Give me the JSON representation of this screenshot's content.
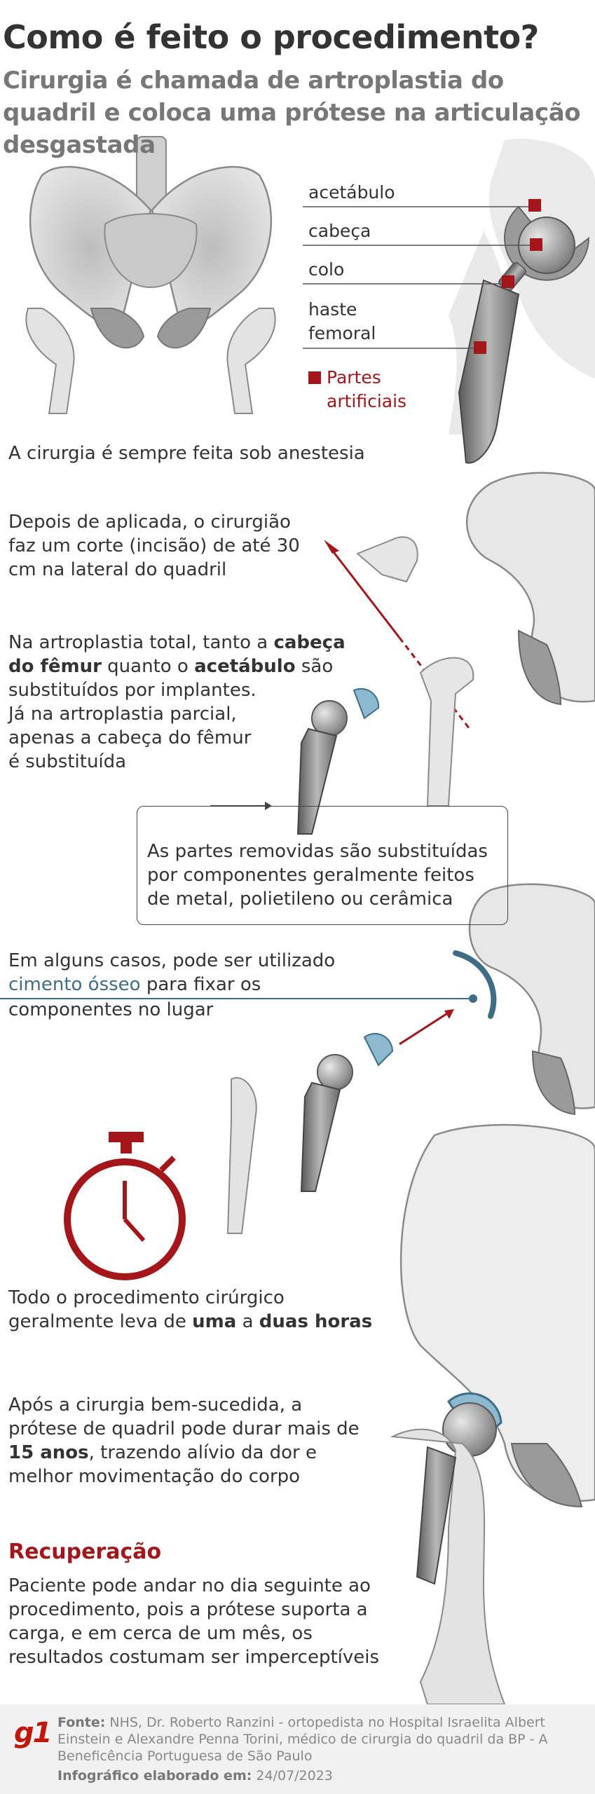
{
  "header": {
    "title": "Como é feito o procedimento?",
    "subtitle": "Cirurgia é chamada de artroplastia do quadril e coloca uma prótese na articulação desgastada"
  },
  "anatomy_labels": {
    "acetabulo": "acetábulo",
    "cabeca": "cabeça",
    "colo": "colo",
    "haste_1": "haste",
    "haste_2": "femoral",
    "legend_1": "Partes",
    "legend_2": "artificiais"
  },
  "steps": {
    "anestesia": "A cirurgia é sempre feita sob anestesia",
    "corte": "Depois de aplicada, o cirurgião faz um corte (incisão) de até 30 cm na lateral do quadril",
    "total_a": "Na artroplastia total, tanto a ",
    "total_b": "cabeça do fêmur",
    "total_c": " quanto o ",
    "total_d": "acetábulo",
    "total_e": " são substituídos por implantes.",
    "parcial": "Já na artroplastia parcial, apenas a cabeça do fêmur é substituída",
    "removidas": "As partes removidas são substituídas por componentes geralmente feitos de metal, polietileno ou cerâmica",
    "cimento_a": "Em alguns casos, pode ser utilizado",
    "cimento_b": "cimento ósseo",
    "cimento_c": " para fixar os",
    "cimento_d": "componentes no lugar",
    "duracao_a": "Todo o procedimento cirúrgico",
    "duracao_b": "geralmente leva de ",
    "duracao_c": "uma",
    "duracao_d": " a ",
    "duracao_e": "duas horas",
    "apos_a": "Após a cirurgia bem-sucedida, a prótese de quadril pode durar mais de ",
    "apos_b": "15 anos",
    "apos_c": ", trazendo alívio da dor e melhor movimentação do corpo"
  },
  "recuperacao": {
    "title": "Recuperação",
    "text": "Paciente pode andar no dia seguinte ao procedimento, pois a prótese suporta a carga, e em cerca de um mês, os resultados costumam ser imperceptíveis"
  },
  "footer": {
    "logo": "g1",
    "fonte_label": "Fonte:",
    "fonte_text": "NHS, Dr. Roberto Ranzini - ortopedista no Hospital Israelita Albert Einstein e Alexandre Penna Torini, médico de cirurgia do quadril da BP - A Beneficência Portuguesa de São Paulo",
    "elaborado_label": "Infográfico elaborado em:",
    "elaborado_date": "24/07/2023"
  },
  "colors": {
    "accent_red": "#a4161a",
    "bone": "#e3e3e3",
    "metal": "#8a8a8a",
    "cement_blue": "#3d6e86"
  },
  "icons": [
    "pelvis-illustration",
    "hip-implant-illustration",
    "stopwatch-icon",
    "arrow-icon"
  ]
}
